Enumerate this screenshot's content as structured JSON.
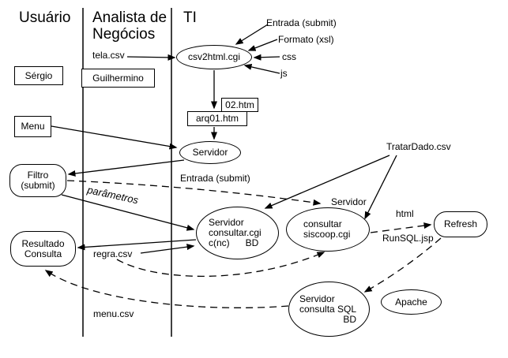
{
  "lanes": [
    {
      "label": "Usuário"
    },
    {
      "label": "Analista de Negócios"
    },
    {
      "label": "TI"
    }
  ],
  "nodes": {
    "sergio": "Sérgio",
    "guilhermino": "Guilhermino",
    "menu": "Menu",
    "filtro": {
      "l1": "Filtro",
      "l2": "(submit)"
    },
    "resultado": {
      "l1": "Resultado",
      "l2": "Consulta"
    },
    "csv2html": "csv2html.cgi",
    "htm02": "02.htm",
    "arq01": "arq01.htm",
    "servidor": "Servidor",
    "consultar_cgi": {
      "l1": "Servidor",
      "l2": "consultar.cgi",
      "l3": "c(nc)      BD"
    },
    "siscoop": {
      "l1": "consultar",
      "l2": "siscoop.cgi"
    },
    "refresh": "Refresh",
    "sql": {
      "l1": "Servidor",
      "l2": "consulta SQL",
      "l3": "BD"
    },
    "apache": "Apache"
  },
  "labels": {
    "tela": "tela.csv",
    "entrada_top": "Entrada (submit)",
    "formato": "Formato (xsl)",
    "css": "css",
    "js": "js",
    "entrada_mid": "Entrada (submit)",
    "parametros": "parâmetros",
    "servidor_ref": "Servidor",
    "tratardado": "TratarDado.csv",
    "html": "html",
    "runsql": "RunSQL.jsp",
    "regra": "regra.csv",
    "menucsv": "menu.csv"
  },
  "colors": {
    "ink": "#000000",
    "background": "#ffffff"
  }
}
